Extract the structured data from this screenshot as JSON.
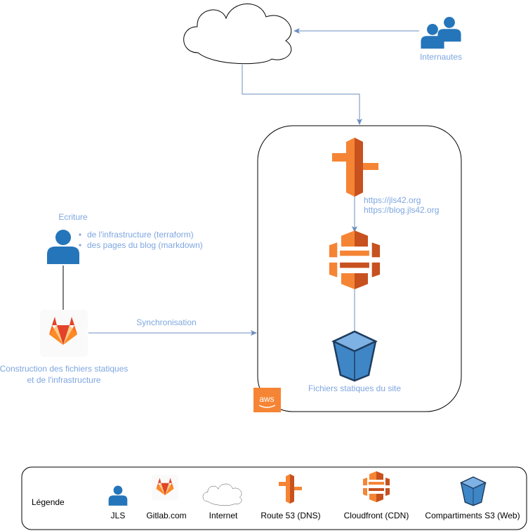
{
  "diagram": {
    "internet_users_label": "Internautes",
    "route53_urls": [
      "https://jls42.org",
      "https://blog.jls42.org"
    ],
    "s3_label": "Fichiers statiques du site",
    "writer_title": "Ecriture",
    "writer_items": [
      "de l'infrastructure (terraform)",
      "des pages du blog (markdown)"
    ],
    "sync_label": "Synchronisation",
    "build_label_lines": [
      "Construction des fichiers statiques",
      "et de l'infrastructure"
    ],
    "aws_badge": "aws"
  },
  "legend": {
    "title": "Légende",
    "items": [
      "JLS",
      "Gitlab.com",
      "Internet",
      "Route 53 (DNS)",
      "Cloudfront (CDN)",
      "Compartiments S3 (Web)"
    ]
  },
  "colors": {
    "text_blue": "#7EA6E0",
    "edge": "#6C8EBF",
    "user_blue": "#2575BA",
    "aws_orange": "#F58534",
    "aws_dark_orange": "#C7511F",
    "s3_blue": "#3F86C7",
    "gitlab_orange": "#E24329",
    "gitlab_light": "#FCA326"
  }
}
